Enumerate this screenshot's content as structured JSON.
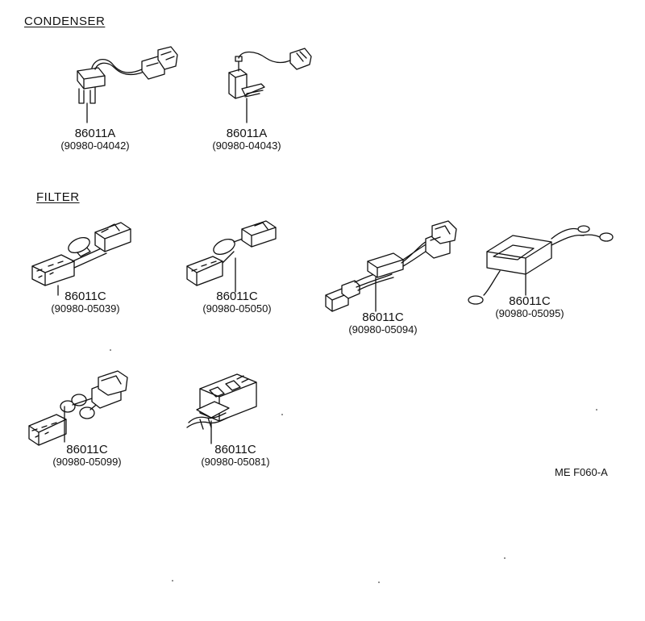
{
  "sections": {
    "condenser": "CONDENSER",
    "filter": "FILTER"
  },
  "parts": [
    {
      "code": "86011A",
      "number": "(90980-04042)"
    },
    {
      "code": "86011A",
      "number": "(90980-04043)"
    },
    {
      "code": "86011C",
      "number": "(90980-05039)"
    },
    {
      "code": "86011C",
      "number": "(90980-05050)"
    },
    {
      "code": "86011C",
      "number": "(90980-05094)"
    },
    {
      "code": "86011C",
      "number": "(90980-05095)"
    },
    {
      "code": "86011C",
      "number": "(90980-05099)"
    },
    {
      "code": "86011C",
      "number": "(90980-05081)"
    }
  ],
  "reference": "ME F060-A"
}
